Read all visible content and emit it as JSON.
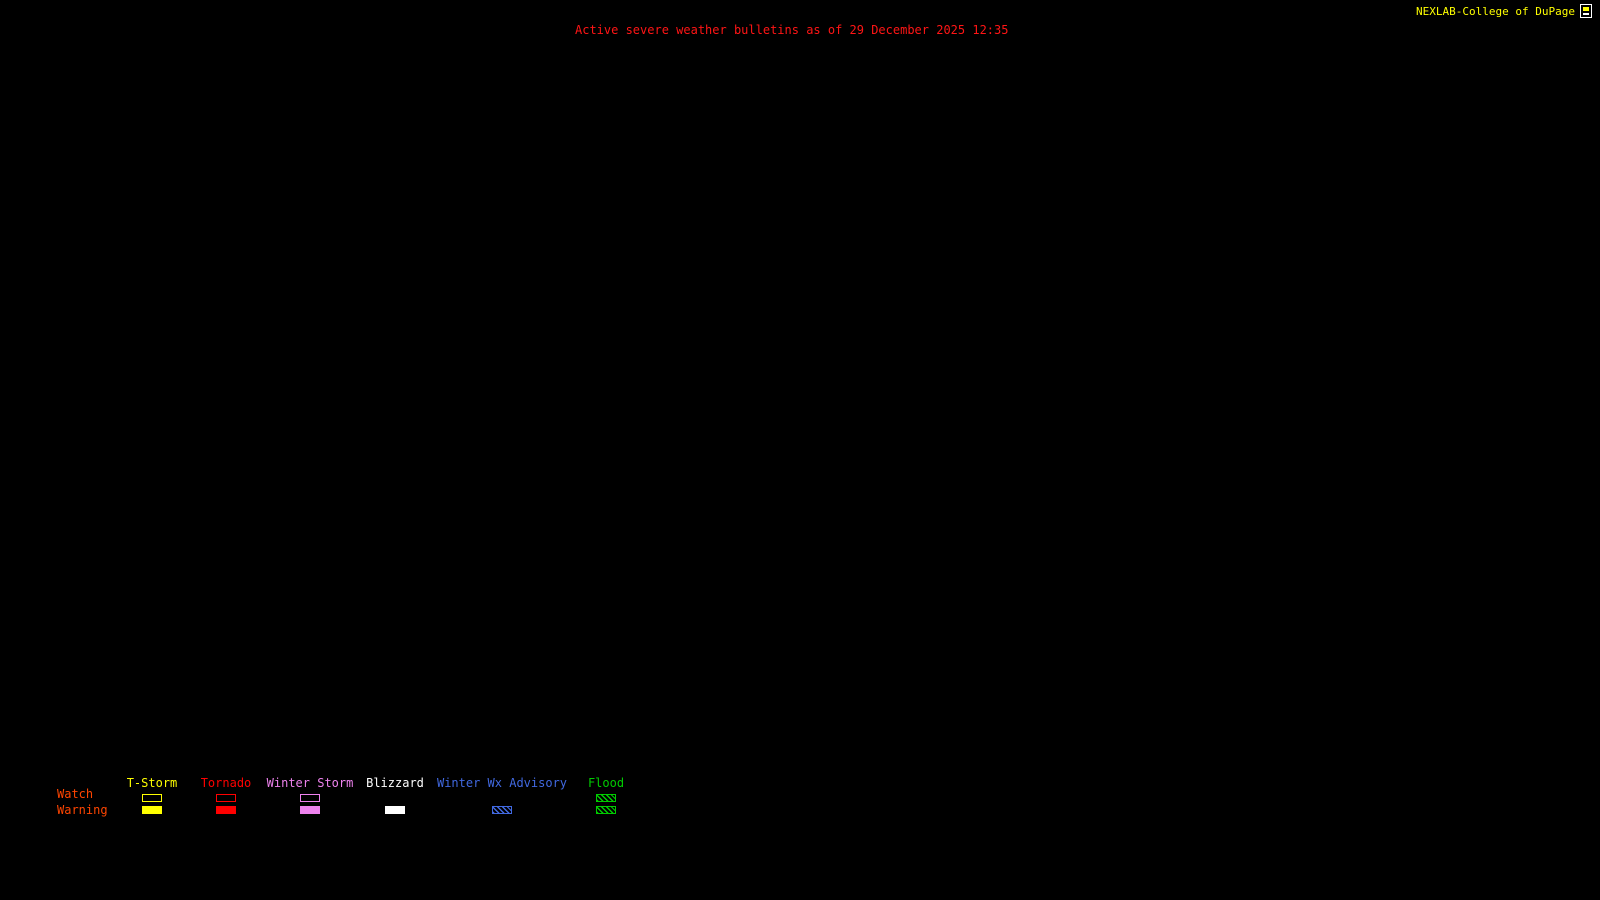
{
  "header": {
    "title": "Active severe weather bulletins as of 29 December 2025 12:35",
    "title_color": "#ff1515",
    "brand": "NEXLAB-College of DuPage",
    "brand_color": "#ffff00"
  },
  "legend": {
    "watch_label": "Watch",
    "warning_label": "Warning",
    "row_label_color": "#ff4500",
    "columns": [
      {
        "label": "T-Storm",
        "color": "#ffff00",
        "watch_style": "outline",
        "warning_style": "solid"
      },
      {
        "label": "Tornado",
        "color": "#ff0000",
        "watch_style": "outline",
        "warning_style": "solid"
      },
      {
        "label": "Winter Storm",
        "color": "#ee82ee",
        "watch_style": "outline",
        "warning_style": "solid"
      },
      {
        "label": "Blizzard",
        "color": "#ffffff",
        "watch_style": "none",
        "warning_style": "solid"
      },
      {
        "label": "Winter Wx Advisory",
        "color": "#4169e1",
        "watch_style": "none",
        "warning_style": "hatched"
      },
      {
        "label": "Flood",
        "color": "#00cc00",
        "watch_style": "hatched",
        "warning_style": "hatched"
      }
    ]
  },
  "map": {
    "background_color": "#000000",
    "status": "no active bulletin polygons displayed"
  }
}
